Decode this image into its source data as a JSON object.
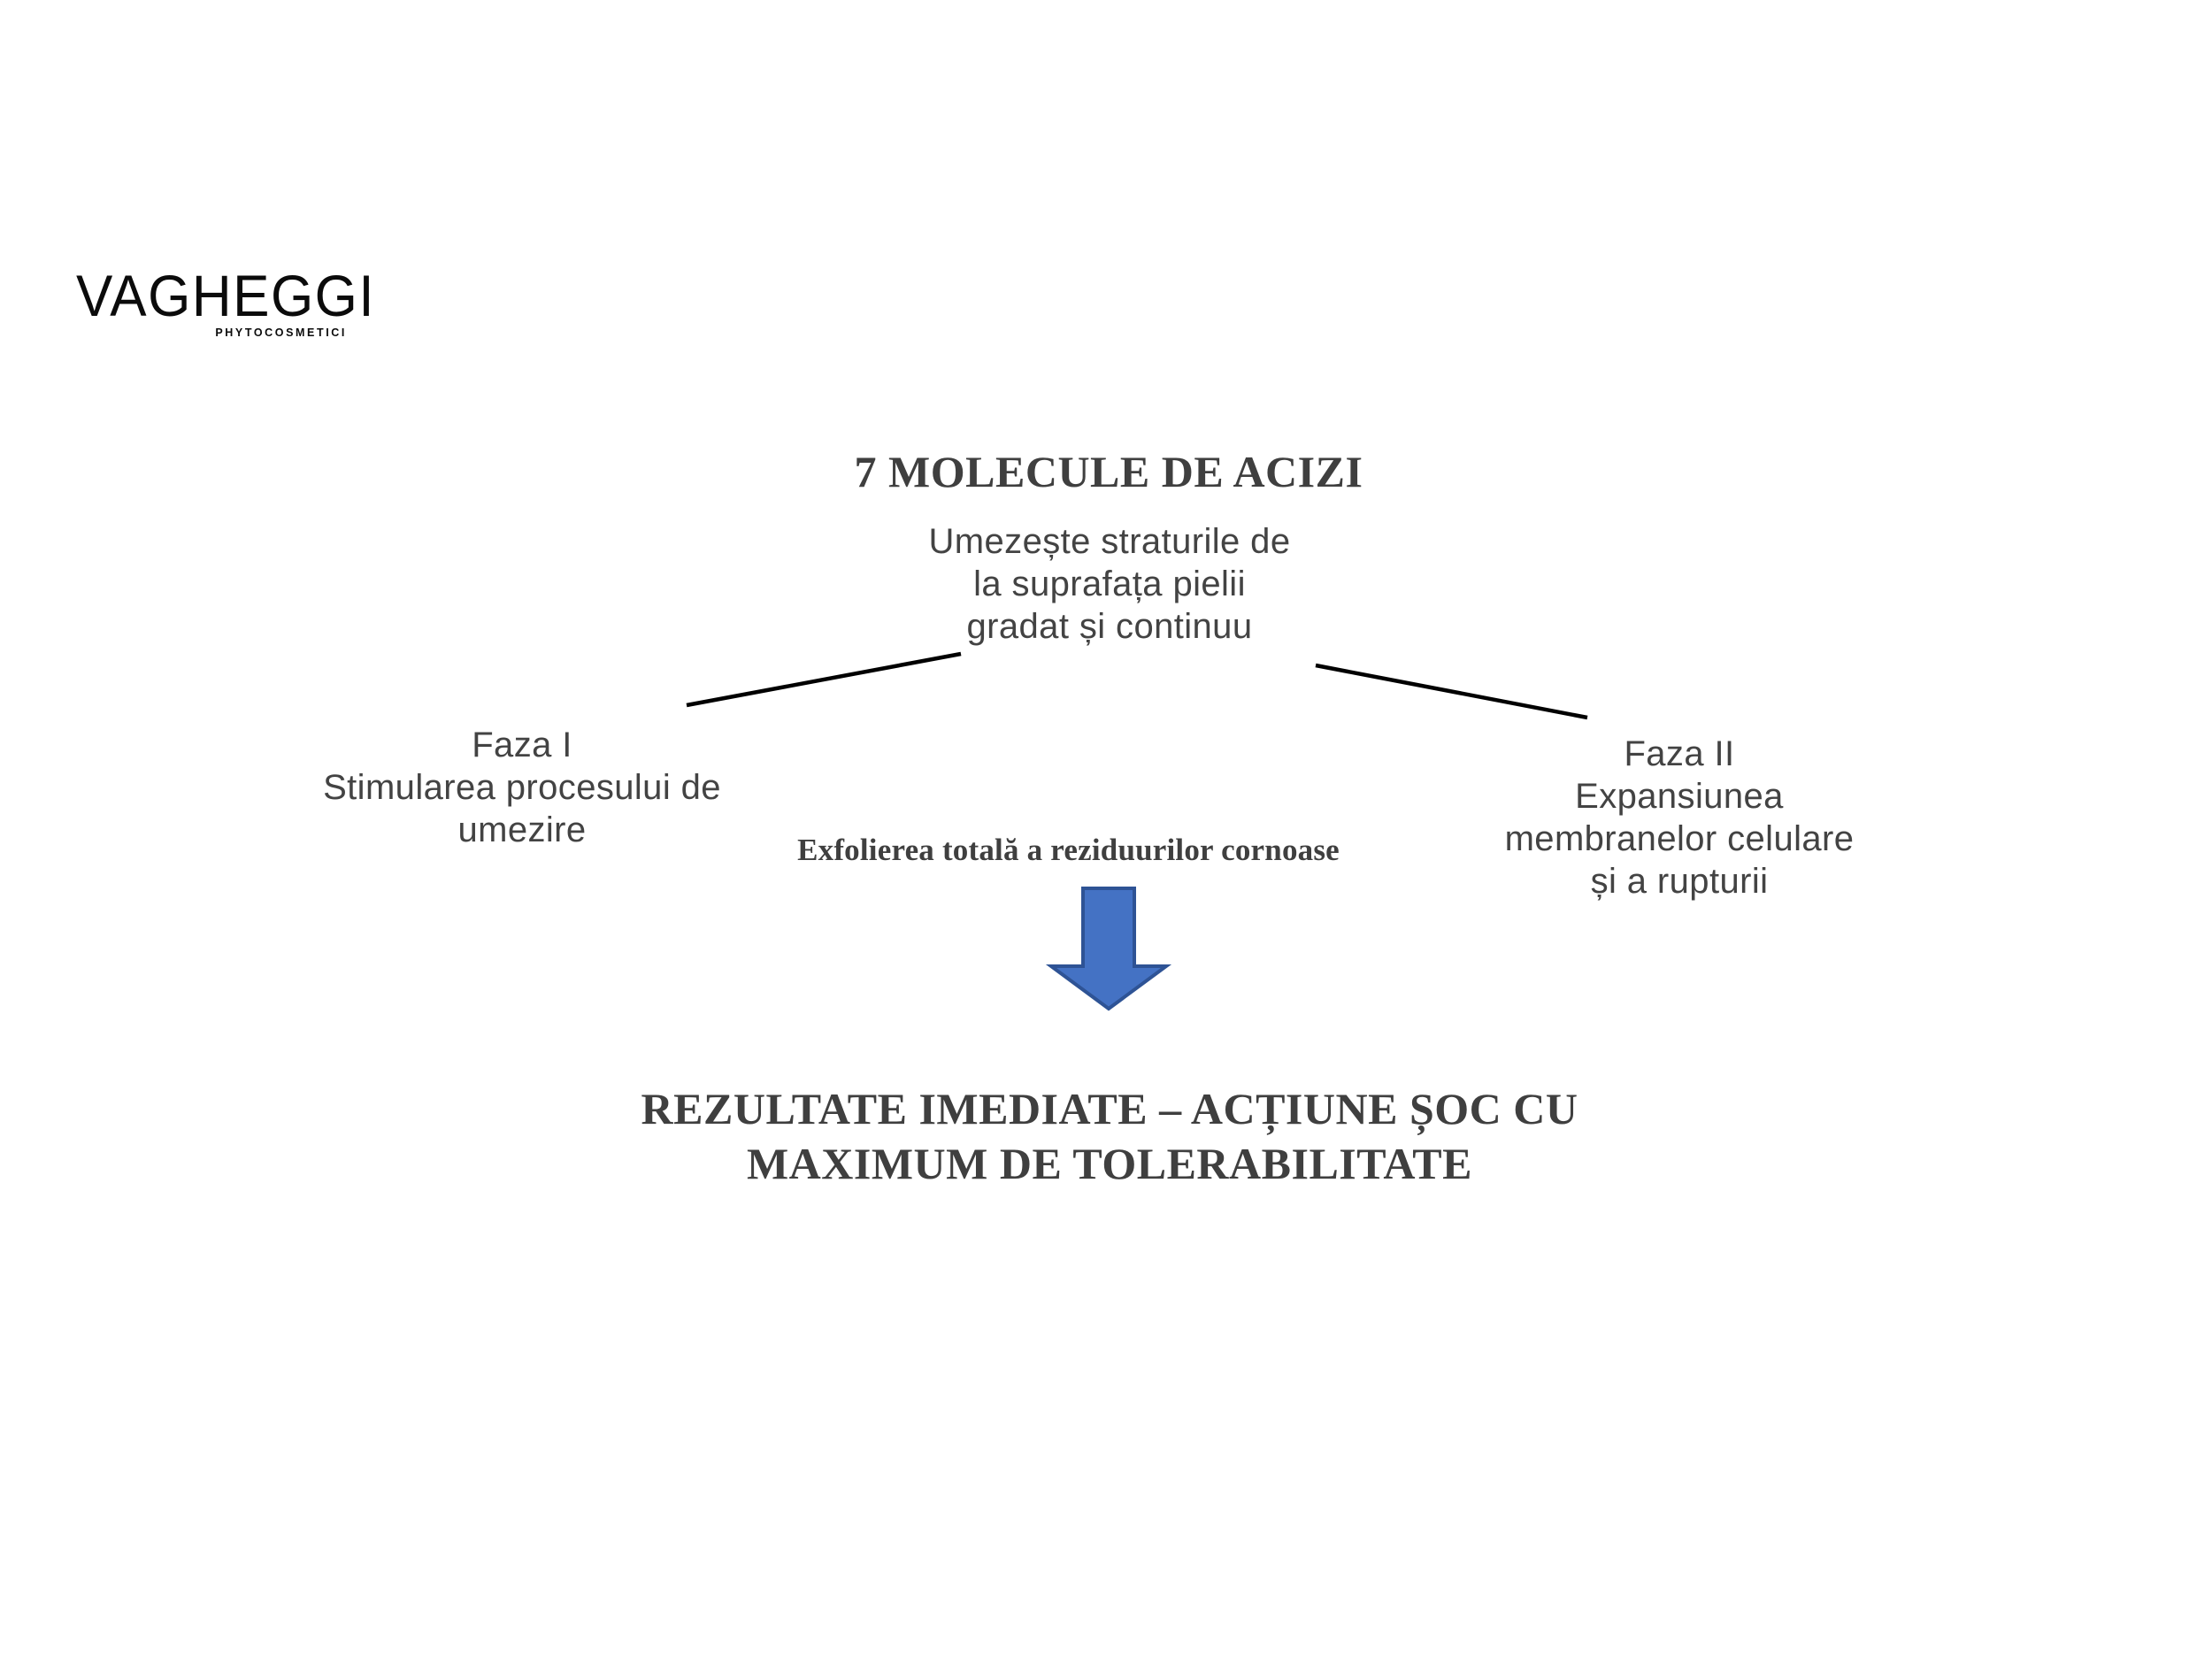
{
  "brand": {
    "name": "VAGHEGGI",
    "tagline": "PHYTOCOSMETICI"
  },
  "diagram": {
    "title": "7 MOLECULE DE ACIZI",
    "subtitle_lines": [
      "Umezește straturile de",
      "la suprafața pielii",
      "gradat și continuu"
    ],
    "phase_left": {
      "lines": [
        "Faza I",
        "Stimularea procesului de",
        "umezire"
      ]
    },
    "phase_right": {
      "lines": [
        "Faza II",
        "Expansiunea",
        "membranelor celulare",
        "și a rupturii"
      ]
    },
    "middle_note": "Exfolierea totală a reziduurilor cornoase",
    "result_lines": [
      "REZULTATE IMEDIATE – ACȚIUNE ȘOC CU",
      "MAXIMUM DE TOLERABILITATE"
    ],
    "arrow": {
      "name": "down-arrow",
      "fill": "#4472C4",
      "stroke": "#2E5395",
      "direction": "down"
    },
    "colors": {
      "heading_text": "#3f3f3f",
      "body_text": "#434343",
      "logo_text": "#0b0b0b",
      "connector_line": "#000000",
      "background": "#ffffff"
    }
  }
}
